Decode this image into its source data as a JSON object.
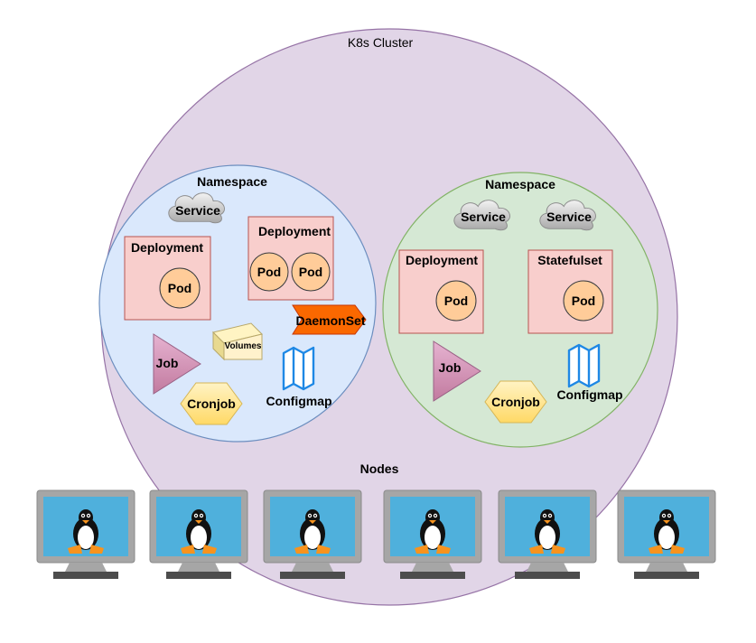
{
  "cluster": {
    "title": "K8s Cluster"
  },
  "namespace_left": {
    "title": "Namespace",
    "service": "Service",
    "deployment_1": {
      "title": "Deployment",
      "pod": "Pod"
    },
    "deployment_2": {
      "title": "Deployment",
      "pod_a": "Pod",
      "pod_b": "Pod"
    },
    "daemonset": "DaemonSet",
    "volumes": "Volumes",
    "job": "Job",
    "cronjob": "Cronjob",
    "configmap": "Configmap"
  },
  "namespace_right": {
    "title": "Namespace",
    "service_1": "Service",
    "service_2": "Service",
    "deployment": {
      "title": "Deployment",
      "pod": "Pod"
    },
    "statefulset": {
      "title": "Statefulset",
      "pod": "Pod"
    },
    "job": "Job",
    "cronjob": "Cronjob",
    "configmap": "Configmap"
  },
  "nodes": {
    "title": "Nodes",
    "count": 6,
    "icon": "linux-monitor-icon"
  },
  "colors": {
    "cluster_fill": "#e1d5e7",
    "cluster_stroke": "#9673a6",
    "ns_left_fill": "#dae8fc",
    "ns_left_stroke": "#6c8ebf",
    "ns_right_fill": "#d5e8d4",
    "ns_right_stroke": "#82b366",
    "deployment_fill": "#f8cecc",
    "deployment_stroke": "#b85450",
    "pod_fill": "#ffcc99",
    "daemonset": "#fa6800",
    "cronjob": "#ffe599",
    "monitor_screen": "#4fb0dc"
  }
}
